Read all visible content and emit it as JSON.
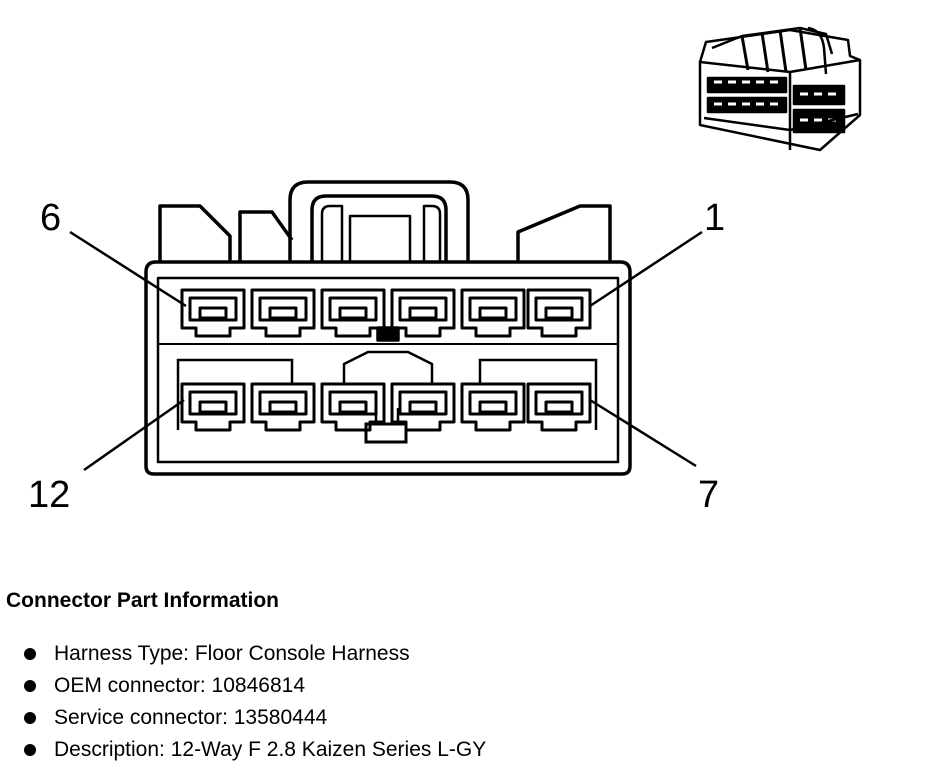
{
  "diagram": {
    "pin_labels": {
      "top_left": "6",
      "top_right": "1",
      "bottom_left": "12",
      "bottom_right": "7"
    },
    "colors": {
      "ink": "#000000",
      "paper": "#ffffff"
    },
    "thumbnail_icon": "connector-3d-icon"
  },
  "info": {
    "title": "Connector Part Information",
    "items": [
      "Harness Type: Floor Console Harness",
      "OEM connector: 10846814",
      "Service connector: 13580444",
      "Description: 12-Way F 2.8 Kaizen Series L-GY"
    ]
  }
}
